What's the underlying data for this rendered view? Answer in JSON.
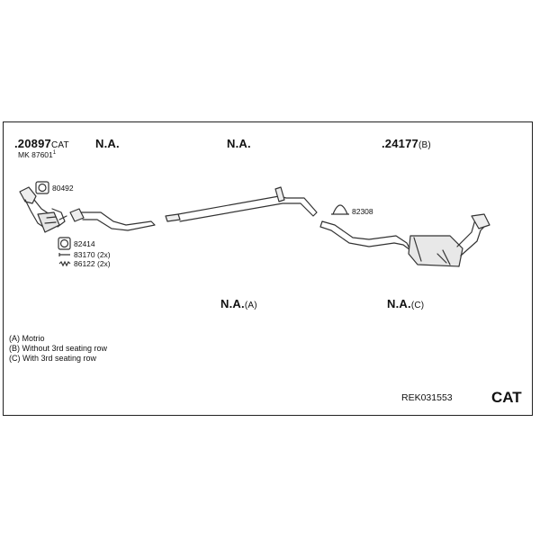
{
  "part_numbers": {
    "p1": {
      "num": ".20897",
      "suffix": "CAT"
    },
    "mk": {
      "text": "MK 87601",
      "sup": "1"
    },
    "p2": {
      "num": "N.A.",
      "suffix": ""
    },
    "p3": {
      "num": "N.A.",
      "suffix": ""
    },
    "p4": {
      "num": ".24177",
      "suffix": "(B)"
    },
    "p5": {
      "num": "N.A.",
      "suffix": "(A)"
    },
    "p6": {
      "num": "N.A.",
      "suffix": "(C)"
    }
  },
  "fittings": [
    {
      "label": "80492",
      "icon": "gasket-ring-icon"
    },
    {
      "label": "82414",
      "icon": "gasket-ring-icon"
    },
    {
      "label": "83170 (2x)",
      "icon": "bolt-icon"
    },
    {
      "label": "86122 (2x)",
      "icon": "spring-icon"
    },
    {
      "label": "82308",
      "icon": "clamp-icon"
    }
  ],
  "notes": [
    "(A) Motrio",
    "(B) Without 3rd seating row",
    "(C) With 3rd seating row"
  ],
  "reference": "REK031553",
  "category": "CAT"
}
